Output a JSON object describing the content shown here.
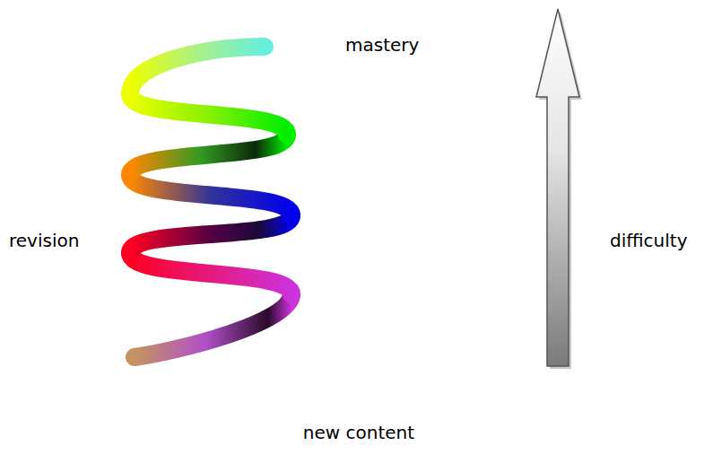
{
  "diagram": {
    "labels": [
      "mastery",
      "revision",
      "difficulty",
      "new content"
    ]
  }
}
